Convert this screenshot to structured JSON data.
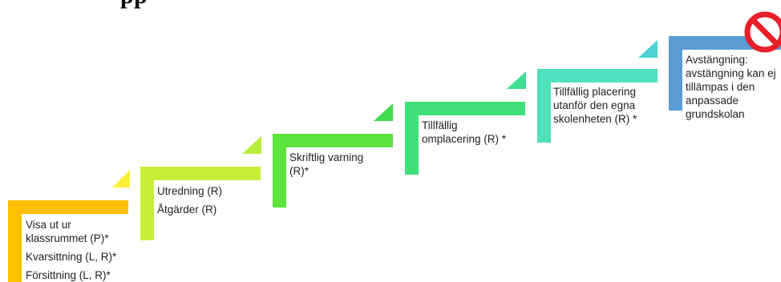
{
  "title_fragment": "pp",
  "steps": [
    {
      "lines": [
        "Visa ut ur",
        "klassrummet (P)*",
        "Kvarsittning (L, R)*",
        "Försittning (L, R)*"
      ],
      "color": "#ffc000",
      "arrow_color": "#ffee3a"
    },
    {
      "lines": [
        "Utredning (R)",
        "Åtgärder (R)"
      ],
      "color": "#c6ef3a",
      "arrow_color": "#b7ee3a"
    },
    {
      "lines": [
        "Skriftlig varning",
        "(R)*"
      ],
      "color": "#5ce33c",
      "arrow_color": "#43dc4e"
    },
    {
      "lines": [
        "Tillfällig",
        "omplacering (R) *"
      ],
      "color": "#3fe07a",
      "arrow_color": "#40dd92"
    },
    {
      "lines": [
        "Tillfällig placering",
        "utanför den egna",
        "skolenheten (R) *"
      ],
      "color": "#4fe0bd",
      "arrow_color": "#4dd3d3"
    },
    {
      "lines": [
        "Avstängning:",
        "avstängning kan ej",
        "tillämpas i den",
        "anpassade",
        "grundskolan"
      ],
      "color": "#5b9bd5"
    }
  ],
  "icons": {
    "prohibited": "no-entry-icon"
  }
}
